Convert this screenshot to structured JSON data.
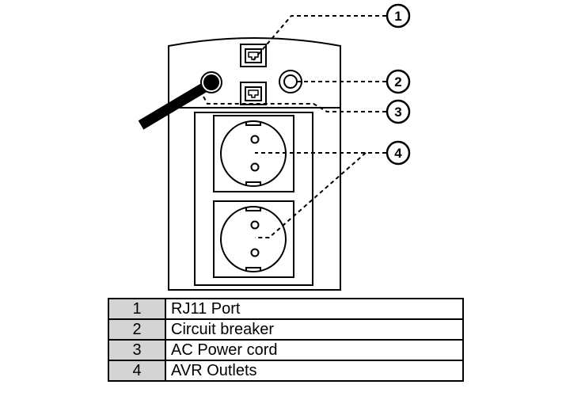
{
  "callouts": [
    {
      "number": "1",
      "label": "RJ11 Port"
    },
    {
      "number": "2",
      "label": "Circuit breaker"
    },
    {
      "number": "3",
      "label": "AC Power cord"
    },
    {
      "number": "4",
      "label": "AVR Outlets"
    }
  ],
  "colors": {
    "stroke": "#000000",
    "legend_number_bg": "#d4d4d4",
    "background": "#ffffff"
  }
}
